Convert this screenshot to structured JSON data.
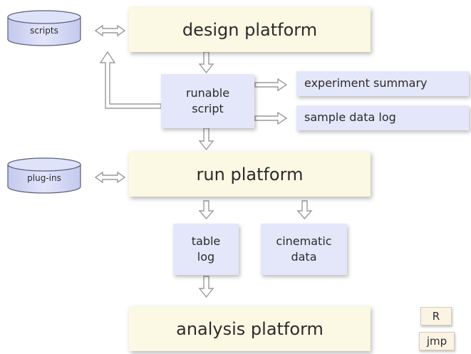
{
  "nodes": {
    "scripts": "scripts",
    "design_platform": "design platform",
    "runable_script": "runable\nscript",
    "experiment_summary": "experiment summary",
    "sample_data_log": "sample data log",
    "plug_ins": "plug-ins",
    "run_platform": "run platform",
    "table_log": "table\nlog",
    "cinematic_data": "cinematic\ndata",
    "analysis_platform": "analysis platform",
    "r_tool": "R",
    "jmp_tool": "jmp"
  },
  "colors": {
    "platform_fill": "#fbf8e3",
    "script_fill": "#e4e7fa",
    "cylinder_fill": "#d5daf5",
    "cylinder_stroke": "#5a5f7a",
    "arrow_fill": "#ffffff",
    "arrow_stroke": "#9a9a9a"
  }
}
